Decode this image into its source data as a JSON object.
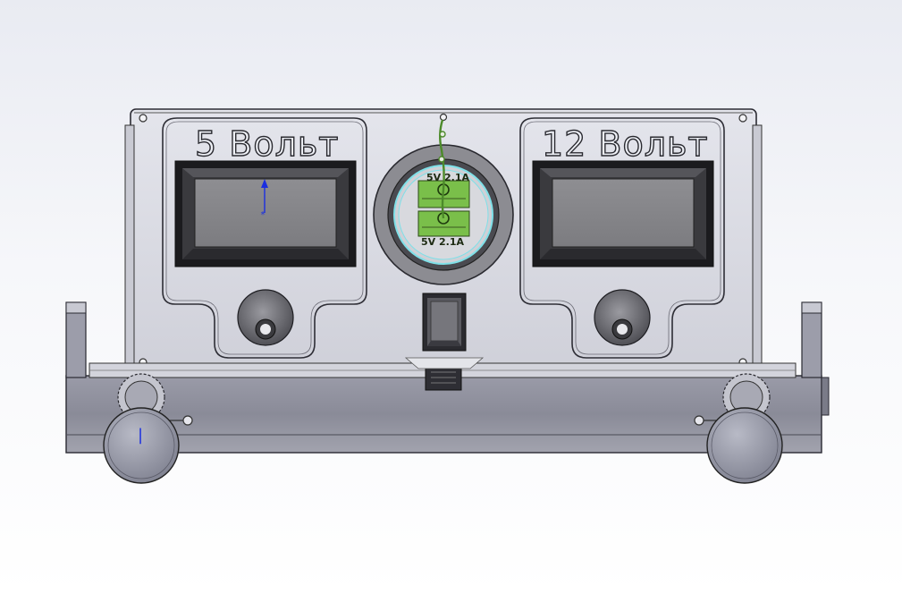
{
  "left_panel": {
    "label": "5 Вольт"
  },
  "right_panel": {
    "label": "12 Вольт"
  },
  "usb_socket": {
    "top_label": "5V 2.1A",
    "bottom_label": "5V 2.1A"
  },
  "left_knob": {
    "marker": "|"
  },
  "colors": {
    "panel": "#dcdde4",
    "body": "#8e8f9c",
    "display_screen": "#8a8a8e",
    "usb_green": "#7abf4a",
    "usb_ring": "#7fe0e8",
    "annotation": "#1a2ee0",
    "wire": "#4c8a2a"
  }
}
